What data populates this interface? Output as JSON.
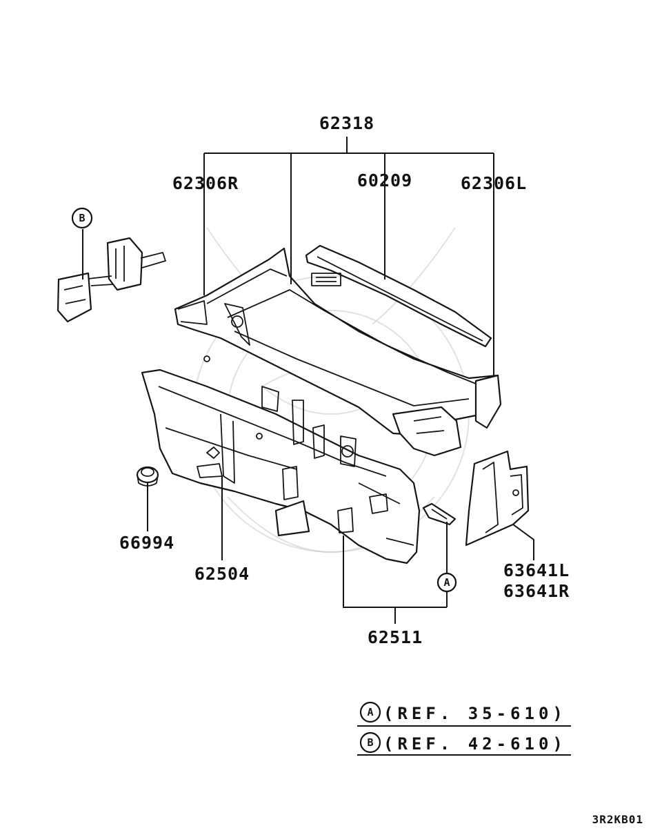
{
  "diagram": {
    "parts": {
      "p62318": "62318",
      "p62306R": "62306R",
      "p60209": "60209",
      "p62306L": "62306L",
      "p66994": "66994",
      "p62504": "62504",
      "p63641L": "63641L",
      "p63641R": "63641R",
      "p62511": "62511"
    },
    "callouts": {
      "a": "A",
      "b": "B"
    },
    "references": {
      "ref_a_letter": "A",
      "ref_a_text": "(REF. 35-610)",
      "ref_b_letter": "B",
      "ref_b_text": "(REF. 42-610)"
    },
    "figure_code": "3R2KB01"
  }
}
